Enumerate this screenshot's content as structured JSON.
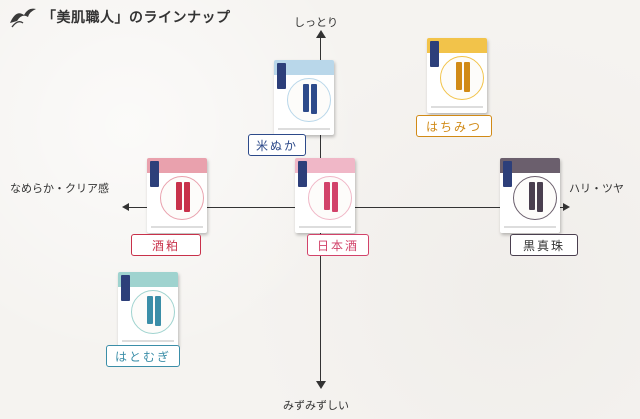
{
  "header": {
    "title": "「美肌職人」のラインナップ"
  },
  "axes": {
    "top": "しっとり",
    "bottom": "みずみずしい",
    "left": "なめらか・クリア感",
    "right": "ハリ・ツヤ"
  },
  "products": [
    {
      "id": "komenuka",
      "label": "米ぬか",
      "color": "#2d4a8a",
      "band": "#b9d7ea",
      "text_color": "#2d4a8a"
    },
    {
      "id": "hachimitsu",
      "label": "はちみつ",
      "color": "#d18a16",
      "band": "#f2c34a",
      "text_color": "#d18a16"
    },
    {
      "id": "sakekasu",
      "label": "酒粕",
      "color": "#c8314a",
      "band": "#e9a1ad",
      "text_color": "#c8314a"
    },
    {
      "id": "nihonshu",
      "label": "日本酒",
      "color": "#d2436a",
      "band": "#f0b7c7",
      "text_color": "#d2436a"
    },
    {
      "id": "kokushinju",
      "label": "黒真珠",
      "color": "#4a3f4f",
      "band": "#6b5f6d",
      "text_color": "#333333"
    },
    {
      "id": "hatomugi",
      "label": "はとむぎ",
      "color": "#3b8ea8",
      "band": "#9fd3cf",
      "text_color": "#3b8ea8"
    }
  ]
}
